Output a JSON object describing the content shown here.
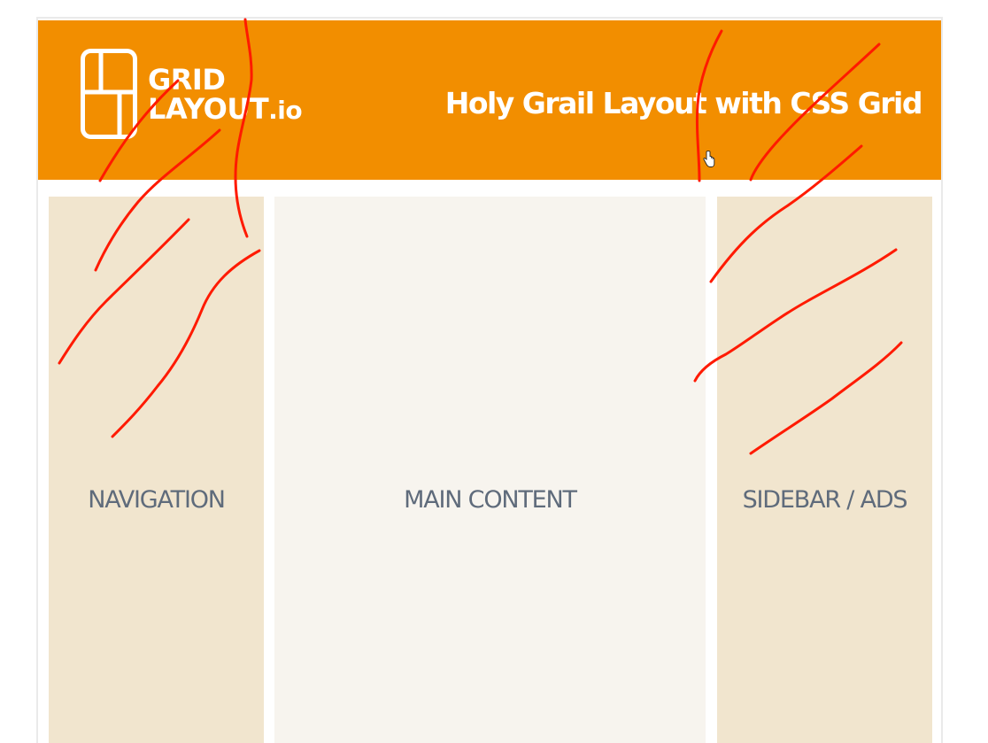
{
  "header": {
    "logo": {
      "line1": "GRID",
      "line2": "LAYOUT",
      "suffix": ".io"
    },
    "title": "Holy Grail Layout with CSS Grid"
  },
  "columns": {
    "navigation": "NAVIGATION",
    "main": "MAIN CONTENT",
    "sidebar": "SIDEBAR / ADS"
  },
  "colors": {
    "header_bg": "#f28e00",
    "side_bg": "#f1e5ce",
    "main_bg": "#f7f4ee",
    "label": "#5f6b7b",
    "annotation": "#ff1a00"
  },
  "icons": {
    "logo": "grid-logo-icon",
    "cursor": "hand-pointer-icon"
  }
}
